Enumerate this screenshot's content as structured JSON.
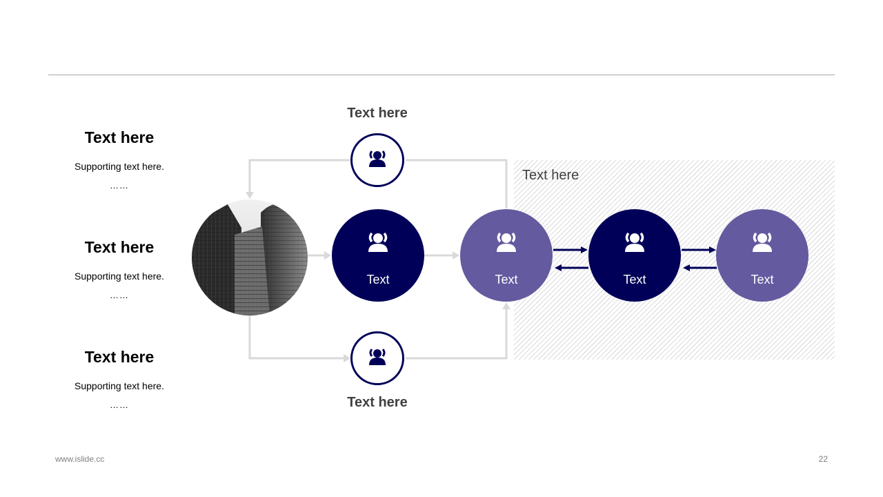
{
  "left_blocks": [
    {
      "heading": "Text here",
      "body": "Supporting text here.",
      "dots": "……"
    },
    {
      "heading": "Text here",
      "body": "Supporting text here.",
      "dots": "……"
    },
    {
      "heading": "Text here",
      "body": "Supporting text here.",
      "dots": "……"
    }
  ],
  "top_caption": "Text here",
  "bottom_caption": "Text here",
  "panel_title": "Text here",
  "nodes": [
    {
      "label": "Text",
      "color": "#000058",
      "icon": "users-icon"
    },
    {
      "label": "Text",
      "color": "#645a9f",
      "icon": "users-icon"
    },
    {
      "label": "Text",
      "color": "#000058",
      "icon": "users-icon"
    },
    {
      "label": "Text",
      "color": "#645a9f",
      "icon": "users-icon"
    }
  ],
  "side_nodes": [
    {
      "icon": "users-icon",
      "color": "#000058"
    },
    {
      "icon": "users-icon",
      "color": "#000058"
    }
  ],
  "colors": {
    "dark": "#000058",
    "light": "#645a9f",
    "connector": "#d9d9d9"
  },
  "footer": {
    "url": "www.islide.cc",
    "page": "22"
  }
}
